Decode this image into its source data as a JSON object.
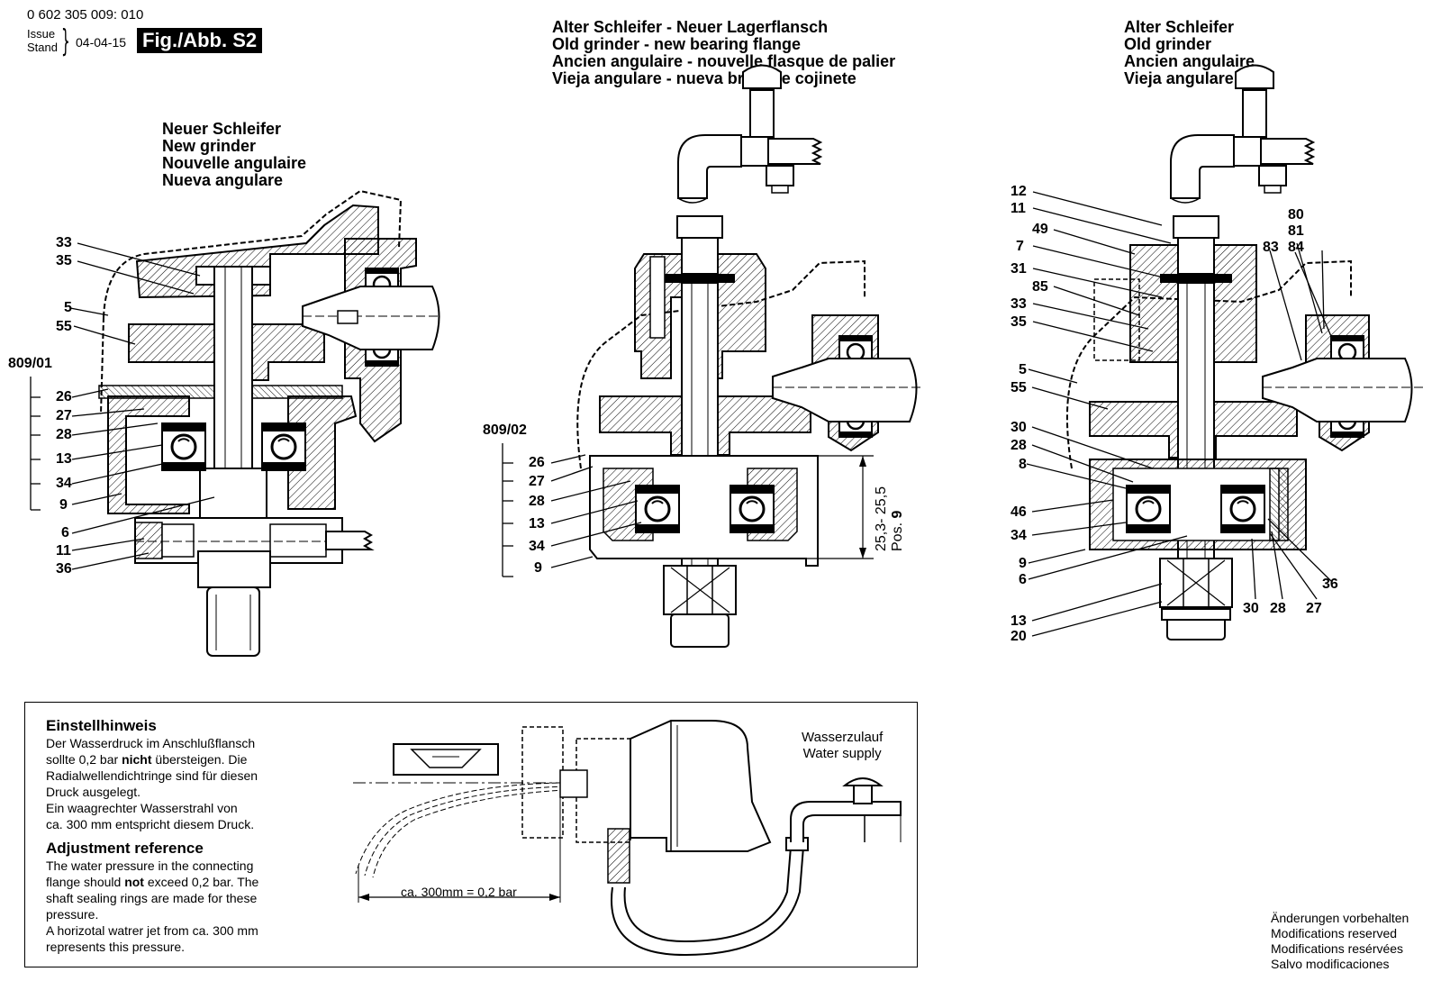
{
  "header": {
    "doc_number": "0 602 305 009: 010",
    "issue_label": "Issue",
    "stand_label": "Stand",
    "date": "04-04-15",
    "figure": "Fig./Abb. S2"
  },
  "sections": {
    "new": [
      "Neuer Schleifer",
      "New grinder",
      "Nouvelle angulaire",
      "Nueva angulare"
    ],
    "old_new_flange": [
      "Alter Schleifer - Neuer Lagerflansch",
      "Old grinder - new bearing flange",
      "Ancien angulaire - nouvelle flasque de palier",
      "Vieja angulare - nueva brida de cojinete"
    ],
    "old": [
      "Alter Schleifer",
      "Old grinder",
      "Ancien angulaire",
      "Vieja angulare"
    ]
  },
  "labels_left": {
    "group": "809/01",
    "items": [
      "33",
      "35",
      "5",
      "55",
      "26",
      "27",
      "28",
      "13",
      "34",
      "9",
      "6",
      "11",
      "36"
    ]
  },
  "labels_mid": {
    "group": "809/02",
    "items": [
      "26",
      "27",
      "28",
      "13",
      "34",
      "9"
    ],
    "dimension": "25,3- 25,5",
    "pos_label": "Pos. ",
    "pos_value": "9"
  },
  "labels_right": {
    "items": [
      "12",
      "11",
      "49",
      "7",
      "31",
      "85",
      "33",
      "35",
      "5",
      "55",
      "30",
      "28",
      "8",
      "46",
      "34",
      "9",
      "6",
      "13",
      "20",
      "80",
      "81",
      "83",
      "84",
      "36",
      "30",
      "28",
      "27"
    ]
  },
  "note": {
    "de_heading": "Einstellhinweis",
    "de_l1": "Der Wasserdruck im Anschlußflansch",
    "de_l2_a": "sollte 0,2 bar ",
    "de_l2_b": "nicht",
    "de_l2_c": " übersteigen. Die",
    "de_l3": "Radialwellendichtringe sind für diesen",
    "de_l4": "Druck ausgelegt.",
    "de_l5": "Ein waagrechter Wasserstrahl von",
    "de_l6": "ca. 300 mm entspricht diesem Druck.",
    "en_heading": "Adjustment reference",
    "en_l1": "The water pressure in the connecting",
    "en_l2_a": "flange should ",
    "en_l2_b": "not",
    "en_l2_c": " exceed 0,2 bar. The",
    "en_l3": "shaft sealing rings are made for these",
    "en_l4": "pressure.",
    "en_l5": "A horizotal watrer jet from ca. 300 mm",
    "en_l6": "represents this pressure.",
    "water_de": "Wasserzulauf",
    "water_en": "Water supply",
    "distance": "ca. 300mm = 0,2 bar"
  },
  "modifications": [
    "Änderungen vorbehalten",
    "Modifications reserved",
    "Modifications resérvées",
    "Salvo modificaciones"
  ]
}
